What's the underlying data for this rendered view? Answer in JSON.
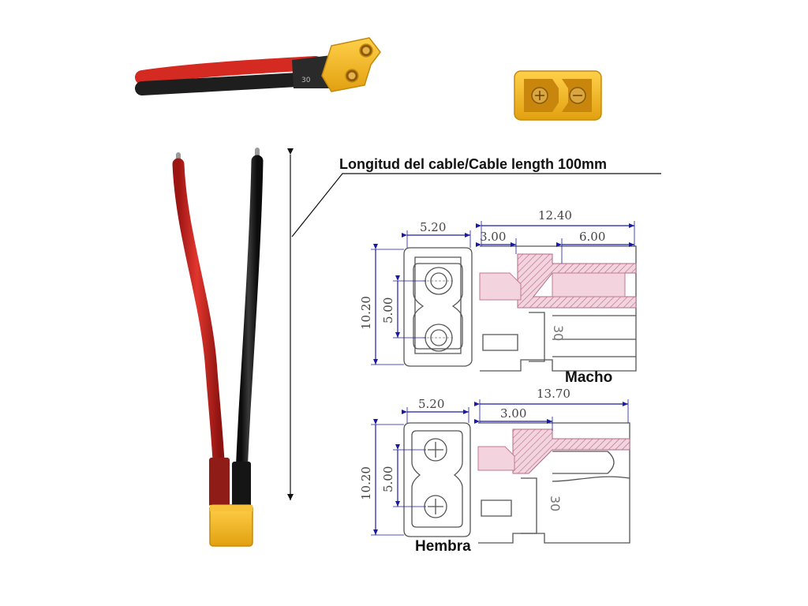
{
  "title_label": "Longitud del cable/Cable length 100mm",
  "male": {
    "label": "Macho",
    "dims": {
      "width": "5.20",
      "height": "10.20",
      "pitch": "5.00",
      "length": "12.40",
      "front": "3.00",
      "pin": "6.00"
    }
  },
  "female": {
    "label": "Hembra",
    "dims": {
      "width": "5.20",
      "height": "10.20",
      "pitch": "5.00",
      "length": "13.70",
      "front": "3.00"
    }
  },
  "colors": {
    "red_wire": "#c8231e",
    "black_wire": "#1c1c1c",
    "connector_yellow": "#f2b621",
    "dimension_blue": "#1a1aa6",
    "drawing_pink": "#f3d3de"
  },
  "icons": [
    "arrow-icon"
  ]
}
